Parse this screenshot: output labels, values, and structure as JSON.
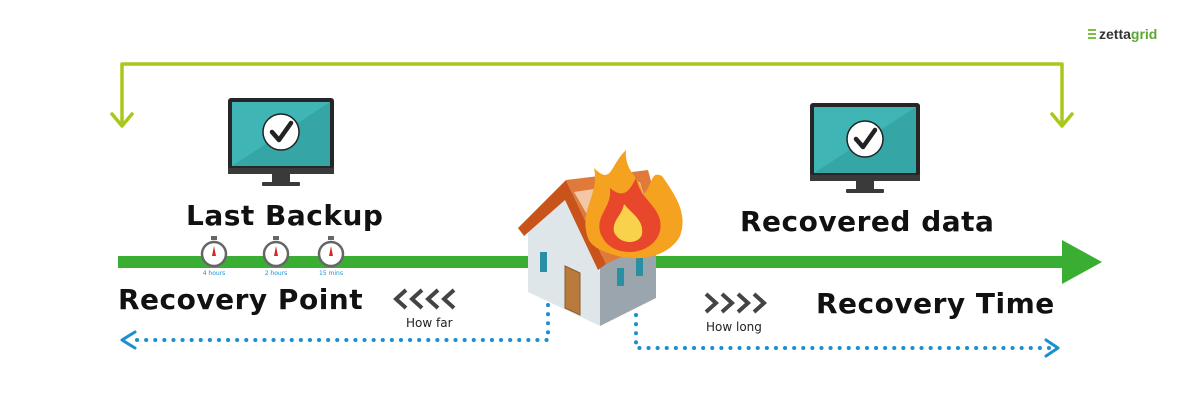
{
  "logo": {
    "part1": "zetta",
    "part2": "grid"
  },
  "labels": {
    "last_backup": "Last Backup",
    "recovered_data": "Recovered data",
    "recovery_point": "Recovery Point",
    "recovery_time": "Recovery Time",
    "how_far": "How far",
    "how_long": "How long"
  },
  "stopwatches": [
    "4 hours",
    "2 hours",
    "15 mins"
  ],
  "colors": {
    "timeline": "#3aad33",
    "loop_arrow": "#a8c81a",
    "dotted": "#1a8fd1",
    "screen": "#3fb5b5",
    "check_circle": "#ffffff",
    "stopwatch_hand": "#d62828",
    "fire_outer": "#f4a21f",
    "fire_inner": "#e8472b"
  },
  "icons": [
    "monitor-check-icon",
    "stopwatch-icon",
    "house-fire-icon",
    "chevrons-left-icon",
    "chevrons-right-icon"
  ]
}
